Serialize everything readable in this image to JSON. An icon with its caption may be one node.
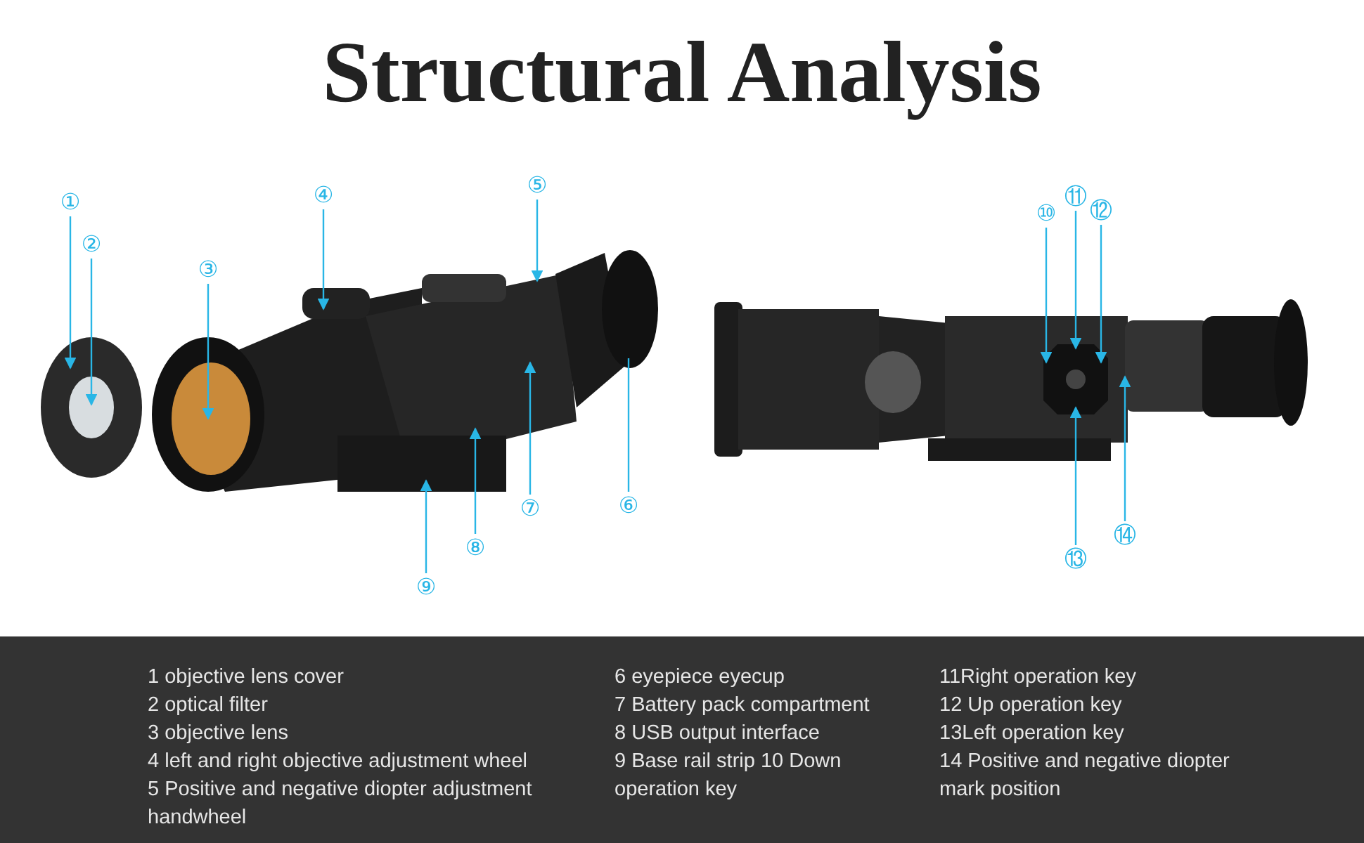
{
  "diagram": {
    "title": "Structural Analysis",
    "nodes": [
      {
        "text": [
          "①"
        ]
      },
      {
        "text": [
          "②"
        ]
      },
      {
        "text": [
          "③"
        ]
      },
      {
        "text": [
          "④"
        ]
      },
      {
        "text": [
          "⑤"
        ]
      },
      {
        "text": [
          "⑥"
        ]
      },
      {
        "text": [
          "⑦"
        ]
      },
      {
        "text": [
          "⑧"
        ]
      },
      {
        "text": [
          "⑨"
        ]
      },
      {
        "text": [
          "⑩"
        ]
      },
      {
        "text": [
          "⑪"
        ]
      },
      {
        "text": [
          "⑫"
        ]
      },
      {
        "text": [
          "⑬"
        ]
      },
      {
        "text": [
          "⑭"
        ]
      }
    ],
    "edges": [
      {
        "from": 0,
        "to": null,
        "arrow": "to"
      },
      {
        "from": 1,
        "to": null,
        "arrow": "to"
      },
      {
        "from": 2,
        "to": null,
        "arrow": "to"
      },
      {
        "from": 3,
        "to": null,
        "arrow": "to"
      },
      {
        "from": 4,
        "to": null,
        "arrow": "to"
      },
      {
        "from": 5,
        "to": null,
        "arrow": "none"
      },
      {
        "from": 6,
        "to": null,
        "arrow": "to"
      },
      {
        "from": 7,
        "to": null,
        "arrow": "to"
      },
      {
        "from": 8,
        "to": null,
        "arrow": "to"
      },
      {
        "from": 9,
        "to": null,
        "arrow": "to"
      },
      {
        "from": 10,
        "to": null,
        "arrow": "to"
      },
      {
        "from": 11,
        "to": null,
        "arrow": "to"
      },
      {
        "from": 12,
        "to": null,
        "arrow": "to"
      },
      {
        "from": 13,
        "to": null,
        "arrow": "to"
      }
    ],
    "labels": [
      "1 objective lens cover",
      "2 optical filter",
      "3 objective lens",
      "4 left and right objective adjustment wheel",
      "5 Positive and negative diopter adjustment handwheel",
      "6 eyepiece eyecup",
      "7 Battery pack compartment",
      "8 USB output interface",
      "9 Base rail strip 10 Down operation key",
      "11Right operation key",
      "12 Up operation key",
      "13Left operation key",
      "14 Positive and negative diopter mark position"
    ]
  }
}
